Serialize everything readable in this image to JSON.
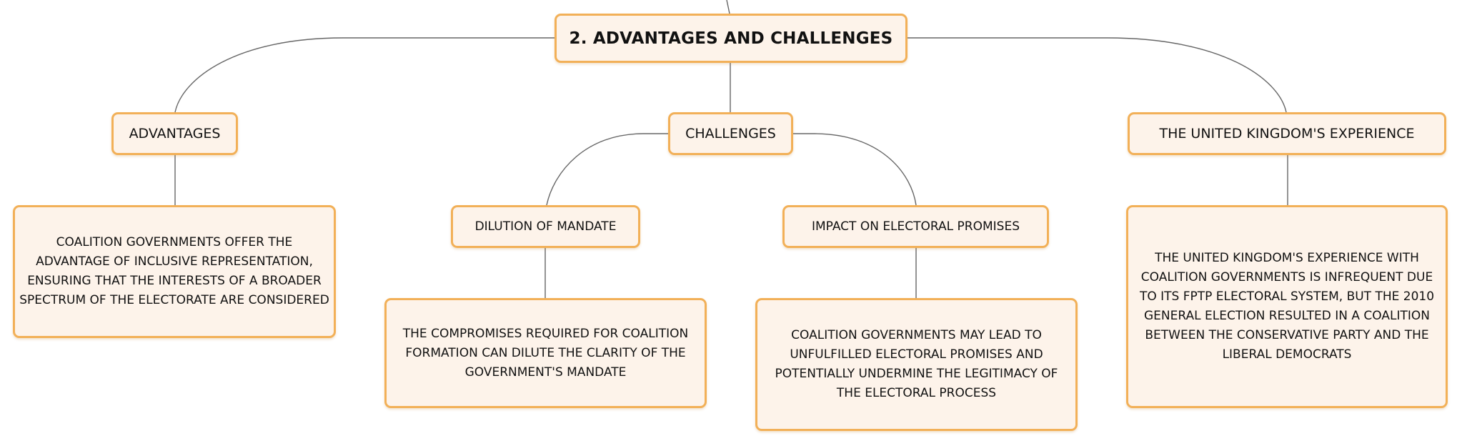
{
  "diagram": {
    "root": {
      "label": "2. ADVANTAGES AND CHALLENGES"
    },
    "advantages": {
      "label": "ADVANTAGES",
      "detail": "COALITION GOVERNMENTS OFFER THE ADVANTAGE OF INCLUSIVE REPRESENTATION, ENSURING THAT THE INTERESTS OF A BROADER SPECTRUM OF THE ELECTORATE ARE CONSIDERED"
    },
    "challenges": {
      "label": "CHALLENGES",
      "dilution": {
        "label": "DILUTION OF MANDATE",
        "detail": "THE COMPROMISES REQUIRED FOR COALITION FORMATION CAN DILUTE THE CLARITY OF THE GOVERNMENT'S MANDATE"
      },
      "impact": {
        "label": "IMPACT ON ELECTORAL PROMISES",
        "detail": "COALITION GOVERNMENTS MAY LEAD TO UNFULFILLED ELECTORAL PROMISES AND POTENTIALLY UNDERMINE THE LEGITIMACY OF THE ELECTORAL PROCESS"
      }
    },
    "uk": {
      "label": "THE UNITED KINGDOM'S EXPERIENCE",
      "detail": "THE UNITED KINGDOM'S EXPERIENCE WITH COALITION GOVERNMENTS IS INFREQUENT DUE TO ITS FPTP ELECTORAL SYSTEM, BUT THE 2010 GENERAL ELECTION RESULTED IN A COALITION BETWEEN THE CONSERVATIVE PARTY AND THE LIBERAL DEMOCRATS"
    }
  },
  "colors": {
    "node_fill": "#fdf3ea",
    "node_border": "#f2b058",
    "connector": "#666666",
    "text": "#111111"
  }
}
